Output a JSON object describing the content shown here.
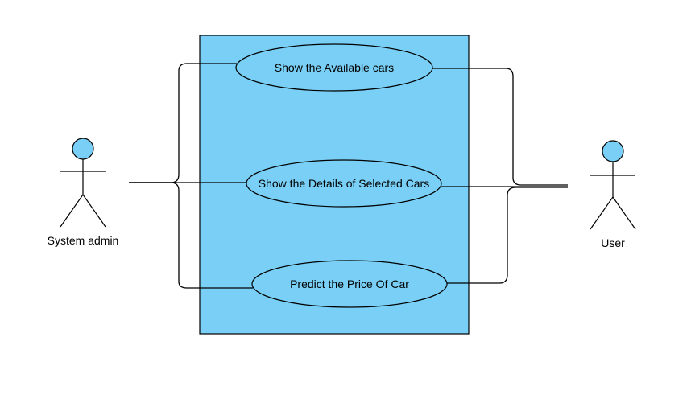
{
  "colors": {
    "fill": "#79CFF5",
    "stroke": "#000000",
    "background": "#FFFFFF"
  },
  "actors": {
    "admin": {
      "label": "System admin",
      "icon": "stick-figure"
    },
    "user": {
      "label": "User",
      "icon": "stick-figure"
    }
  },
  "use_cases": [
    {
      "label": "Show the Available cars"
    },
    {
      "label": "Show the Details of Selected Cars"
    },
    {
      "label": "Predict the Price Of Car"
    }
  ]
}
